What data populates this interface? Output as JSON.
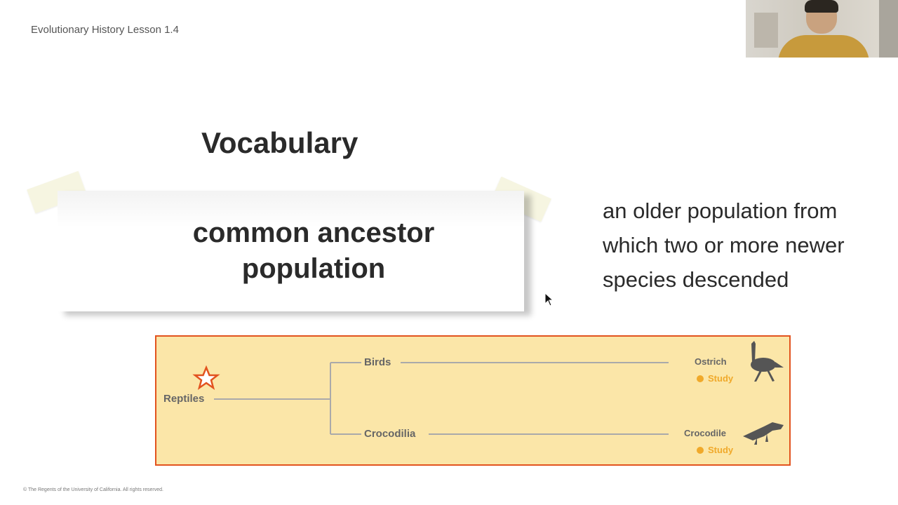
{
  "header": {
    "title": "Evolutionary History Lesson 1.4"
  },
  "slide": {
    "heading": "Vocabulary",
    "term_line1": "common ancestor",
    "term_line2": "population",
    "definition": "an older population from which two or more newer species descended"
  },
  "tree": {
    "root": "Reptiles",
    "branches": [
      {
        "group": "Birds",
        "species": "Ostrich",
        "link": "Study"
      },
      {
        "group": "Crocodilia",
        "species": "Crocodile",
        "link": "Study"
      }
    ]
  },
  "footer": {
    "copyright": "© The Regents of the University of California. All rights reserved."
  },
  "colors": {
    "accent_border": "#e2531f",
    "tree_bg": "#fbe6a8",
    "study": "#f0a92a"
  }
}
